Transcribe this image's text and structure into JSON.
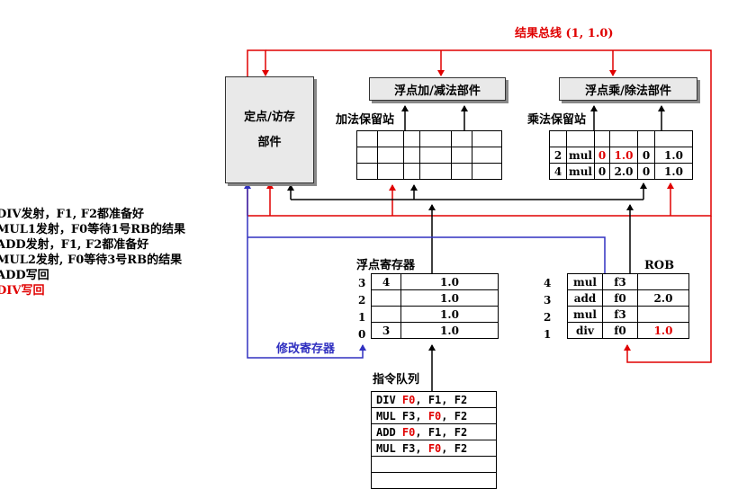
{
  "result_bus_label": "结果总线 (1, 1.0)",
  "fixed_point_unit": {
    "line1": "定点/访存",
    "line2": "部件"
  },
  "adder_unit": "浮点加/减法部件",
  "mult_unit": "浮点乘/除法部件",
  "adder_rs_label": "加法保留站",
  "mult_rs_label": "乘法保留站",
  "mult_rs_rows": [
    {
      "c0": "2",
      "c1": "mul",
      "c2": "0",
      "c3": "1.0",
      "c4": "0",
      "c5": "1.0"
    },
    {
      "c0": "4",
      "c1": "mul",
      "c2": "0",
      "c3": "2.0",
      "c4": "0",
      "c5": "1.0"
    }
  ],
  "notes": [
    "DIV发射，F1, F2都准备好",
    "MUL1发射，F0等待1号RB的结果",
    "ADD发射，F1, F2都准备好",
    "MUL2发射, F0等待3号RB的结果",
    "ADD写回",
    "DIV写回"
  ],
  "fp_reg_label": "浮点寄存器",
  "fp_regs": [
    {
      "idx": "3",
      "tag": "4",
      "val": "1.0"
    },
    {
      "idx": "2",
      "tag": "",
      "val": "1.0"
    },
    {
      "idx": "1",
      "tag": "",
      "val": "1.0"
    },
    {
      "idx": "0",
      "tag": "3",
      "val": "1.0"
    }
  ],
  "modify_reg_label": "修改寄存器",
  "rob_label": "ROB",
  "rob_rows": [
    {
      "idx": "4",
      "op": "mul",
      "dst": "f3",
      "val": ""
    },
    {
      "idx": "3",
      "op": "add",
      "dst": "f0",
      "val": "2.0"
    },
    {
      "idx": "2",
      "op": "mul",
      "dst": "f3",
      "val": ""
    },
    {
      "idx": "1",
      "op": "div",
      "dst": "f0",
      "val": "1.0"
    }
  ],
  "iq_label": "指令队列",
  "iq": [
    {
      "op": "DIV ",
      "a": "F0",
      "s1": ", ",
      "b": "F1",
      "s2": ", ",
      "c": "F2"
    },
    {
      "op": "MUL ",
      "a": "F3",
      "s1": ", ",
      "b": "F0",
      "s2": ", ",
      "c": "F2"
    },
    {
      "op": "ADD ",
      "a": "F0",
      "s1": ", ",
      "b": "F1",
      "s2": ", ",
      "c": "F2"
    },
    {
      "op": "MUL ",
      "a": "F3",
      "s1": ", ",
      "b": "F0",
      "s2": ", ",
      "c": "F2"
    },
    {
      "op": "",
      "a": "",
      "s1": "",
      "b": "",
      "s2": "",
      "c": ""
    },
    {
      "op": "",
      "a": "",
      "s1": "",
      "b": "",
      "s2": "",
      "c": ""
    }
  ],
  "colors": {
    "bus": "#e00000",
    "modify": "#3030c0",
    "unit_fill": "#e9e9e9"
  }
}
